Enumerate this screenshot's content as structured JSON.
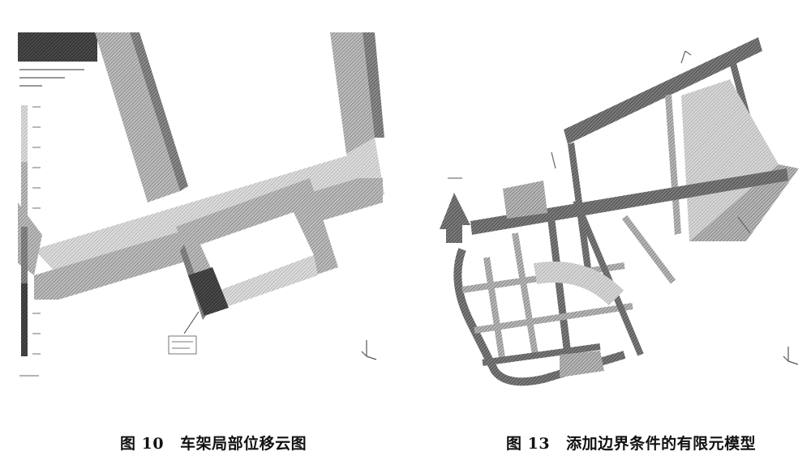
{
  "figures": [
    {
      "id": "fig10",
      "label": "图 10",
      "title": "车架局部位移云图"
    },
    {
      "id": "fig13",
      "label": "图 13",
      "title": "添加边界条件的有限元模型"
    }
  ],
  "colors": {
    "background": "#ffffff",
    "mesh": "#5a5a5a",
    "text": "#111111"
  }
}
